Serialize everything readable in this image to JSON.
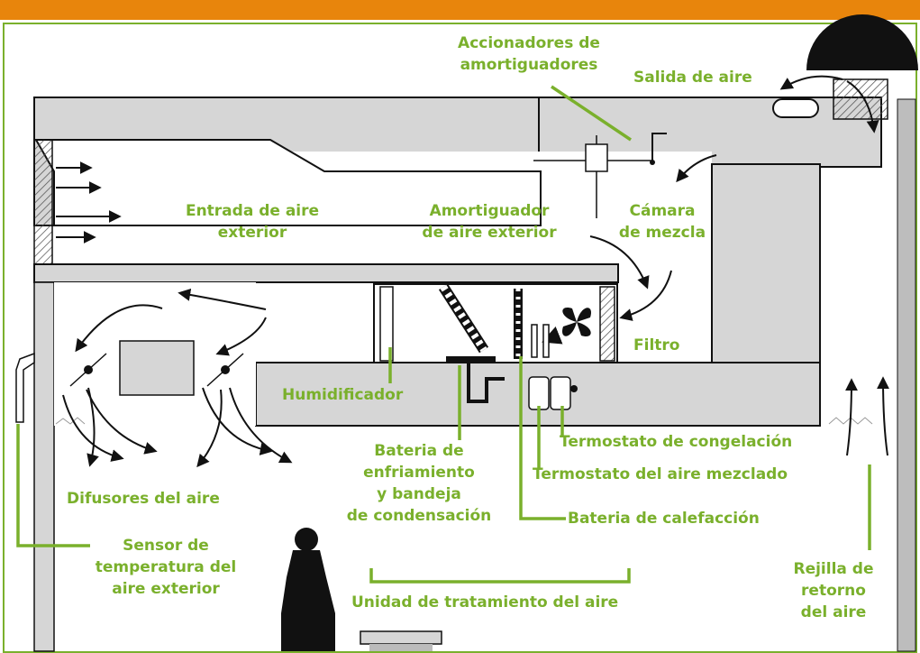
{
  "colors": {
    "label": "#7ab02c",
    "frame": "#7ab02c",
    "top_bar": "#e8850c",
    "duct": "#d6d6d6",
    "outline": "#111111"
  },
  "labels": {
    "accionadores": [
      "Accionadores de",
      "amortiguadores"
    ],
    "salida_aire": "Salida de aire",
    "entrada_aire": [
      "Entrada de aire",
      "exterior"
    ],
    "amortiguador_aire_exterior": [
      "Amortiguador",
      "de aire exterior"
    ],
    "camara_mezcla": [
      "Cámara",
      "de mezcla"
    ],
    "filtro": "Filtro",
    "humidificador": "Humidificador",
    "bateria_enfriamiento": [
      "Bateria de",
      "enfriamiento",
      "y bandeja",
      "de condensación"
    ],
    "termostato_congelacion": "Termostato de congelación",
    "termostato_mezclado": "Termostato del aire mezclado",
    "bateria_calefaccion": "Bateria de calefacción",
    "difusores": "Difusores del aire",
    "sensor_temperatura": [
      "Sensor de",
      "temperatura del",
      "aire exterior"
    ],
    "unidad_tratamiento": "Unidad de tratamiento del aire",
    "rejilla_retorno": [
      "Rejilla de",
      "retorno",
      "del aire"
    ]
  }
}
